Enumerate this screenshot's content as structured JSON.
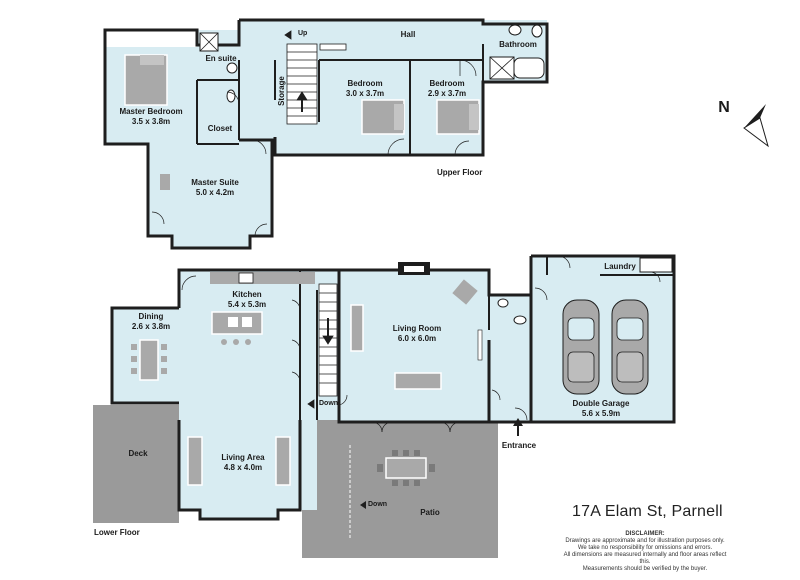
{
  "address": "17A Elam St, Parnell",
  "north_label": "N",
  "floors": {
    "upper": "Upper Floor",
    "lower": "Lower Floor"
  },
  "rooms": {
    "hall": "Hall",
    "bathroom": "Bathroom",
    "en_suite": "En suite",
    "master_bedroom": {
      "name": "Master Bedroom",
      "size": "3.5 x 3.8m"
    },
    "closet": "Closet",
    "storage": "Storage",
    "bedroom_1": {
      "name": "Bedroom",
      "size": "3.0 x 3.7m"
    },
    "bedroom_2": {
      "name": "Bedroom",
      "size": "2.9 x 3.7m"
    },
    "master_suite": {
      "name": "Master Suite",
      "size": "5.0 x 4.2m"
    },
    "kitchen": {
      "name": "Kitchen",
      "size": "5.4 x 5.3m"
    },
    "dining": {
      "name": "Dining",
      "size": "2.6 x 3.8m"
    },
    "living_room": {
      "name": "Living Room",
      "size": "6.0 x 6.0m"
    },
    "laundry": "Laundry",
    "double_garage": {
      "name": "Double Garage",
      "size": "5.6 x 5.9m"
    },
    "deck": "Deck",
    "living_area": {
      "name": "Living Area",
      "size": "4.8 x 4.0m"
    },
    "patio": "Patio"
  },
  "annotations": {
    "up": "Up",
    "down_stairs": "Down",
    "down_patio": "Down",
    "entrance": "Entrance"
  },
  "disclaimer": {
    "heading": "DISCLAIMER:",
    "line1": "Drawings are approximate and for illustration purposes only.",
    "line2": "We take no responsibility for omissions and errors.",
    "line3": "All dimensions are measured internally and floor areas reflect this.",
    "line4": "Measurements should be verified by the buyer."
  },
  "colors": {
    "floor": "#d8ecf2",
    "wall": "#1e1e1e",
    "deck": "#9a9a9a",
    "furniture": "#a9a9a9",
    "outline": "#ffffff"
  }
}
